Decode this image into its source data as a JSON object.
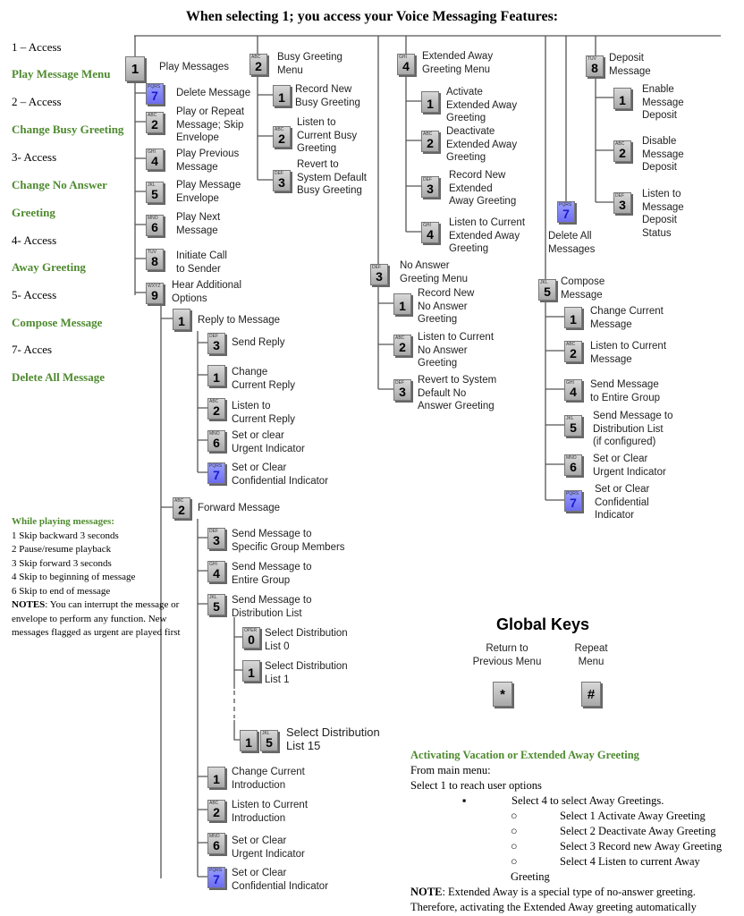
{
  "title": "When selecting 1; you access your Voice Messaging Features:",
  "left_menu": [
    {
      "text": "1 – Access",
      "style": "plain"
    },
    {
      "text": "Play Message Menu",
      "style": "green"
    },
    {
      "text": "2 – Access",
      "style": "plain"
    },
    {
      "text": "Change Busy Greeting",
      "style": "green"
    },
    {
      "text": "3- Access",
      "style": "plain"
    },
    {
      "text": "Change No Answer",
      "style": "green"
    },
    {
      "text": "Greeting",
      "style": "green"
    },
    {
      "text": "4- Access",
      "style": "plain"
    },
    {
      "text": "Away Greeting",
      "style": "green"
    },
    {
      "text": "5- Access",
      "style": "plain"
    },
    {
      "text": "Compose Message",
      "style": "green"
    },
    {
      "text": "7- Acces",
      "style": "plain"
    },
    {
      "text": "Delete All Message",
      "style": "green"
    }
  ],
  "nodes": [
    {
      "key": "1",
      "sub": "",
      "label": "Play Messages"
    },
    {
      "key": "7",
      "sub": "PQRS",
      "label": "Delete Message",
      "blue": true
    },
    {
      "key": "2",
      "sub": "ABC",
      "label": "Play or Repeat\nMessage; Skip\nEnvelope"
    },
    {
      "key": "4",
      "sub": "GHI",
      "label": "Play Previous\nMessage"
    },
    {
      "key": "5",
      "sub": "JKL",
      "label": "Play Message\nEnvelope"
    },
    {
      "key": "6",
      "sub": "MNO",
      "label": "Play Next\nMessage"
    },
    {
      "key": "8",
      "sub": "TUV",
      "label": "Initiate Call\nto Sender"
    },
    {
      "key": "9",
      "sub": "WXYZ",
      "label": "Hear Additional\nOptions"
    },
    {
      "key": "1",
      "sub": "",
      "label": "Reply to Message"
    },
    {
      "key": "3",
      "sub": "DEF",
      "label": "Send Reply"
    },
    {
      "key": "1",
      "sub": "",
      "label": "Change\nCurrent Reply"
    },
    {
      "key": "2",
      "sub": "ABC",
      "label": "Listen to\nCurrent Reply"
    },
    {
      "key": "6",
      "sub": "MNO",
      "label": "Set or clear\nUrgent Indicator"
    },
    {
      "key": "7",
      "sub": "PQRS",
      "label": "Set or Clear\nConfidential Indicator",
      "blue": true
    },
    {
      "key": "2",
      "sub": "ABC",
      "label": "Forward Message"
    },
    {
      "key": "3",
      "sub": "DEF",
      "label": "Send Message to\nSpecific Group Members"
    },
    {
      "key": "4",
      "sub": "GHI",
      "label": "Send Message to\nEntire Group"
    },
    {
      "key": "5",
      "sub": "JKL",
      "label": "Send Message to\nDistribution List"
    },
    {
      "key": "0",
      "sub": "OPER",
      "label": "Select Distribution\nList 0"
    },
    {
      "key": "1",
      "sub": "",
      "label": "Select Distribution\nList 1"
    },
    {
      "key": "1",
      "sub": "",
      "label": ""
    },
    {
      "key": "5",
      "sub": "JKL",
      "label": "Select Distribution\nList 15"
    },
    {
      "key": "1",
      "sub": "",
      "label": "Change Current\nIntroduction"
    },
    {
      "key": "2",
      "sub": "ABC",
      "label": "Listen to Current\nIntroduction"
    },
    {
      "key": "6",
      "sub": "MNO",
      "label": "Set or Clear\nUrgent Indicator"
    },
    {
      "key": "7",
      "sub": "PQRS",
      "label": "Set or Clear\nConfidential Indicator",
      "blue": true
    },
    {
      "key": "2",
      "sub": "ABC",
      "label": "Busy Greeting\nMenu"
    },
    {
      "key": "1",
      "sub": "",
      "label": "Record New\nBusy Greeting"
    },
    {
      "key": "2",
      "sub": "ABC",
      "label": "Listen to\nCurrent Busy\nGreeting"
    },
    {
      "key": "3",
      "sub": "DEF",
      "label": "Revert to\nSystem Default\nBusy Greeting"
    },
    {
      "key": "3",
      "sub": "DEF",
      "label": "No Answer\nGreeting Menu"
    },
    {
      "key": "1",
      "sub": "",
      "label": "Record New\nNo Answer\nGreeting"
    },
    {
      "key": "2",
      "sub": "ABC",
      "label": "Listen to Current\nNo Answer\nGreeting"
    },
    {
      "key": "3",
      "sub": "DEF",
      "label": "Revert to System\nDefault No\nAnswer Greeting"
    },
    {
      "key": "4",
      "sub": "GHI",
      "label": "Extended Away\nGreeting Menu"
    },
    {
      "key": "1",
      "sub": "",
      "label": "Activate\nExtended Away\nGreeting"
    },
    {
      "key": "2",
      "sub": "ABC",
      "label": "Deactivate\nExtended Away\nGreeting"
    },
    {
      "key": "3",
      "sub": "DEF",
      "label": "Record New\nExtended\nAway Greeting"
    },
    {
      "key": "4",
      "sub": "GHI",
      "label": "Listen to Current\nExtended Away\nGreeting"
    },
    {
      "key": "7",
      "sub": "PQRS",
      "label": "Delete All\nMessages",
      "blue": true
    },
    {
      "key": "5",
      "sub": "JKL",
      "label": "Compose\nMessage"
    },
    {
      "key": "1",
      "sub": "",
      "label": "Change Current\nMessage"
    },
    {
      "key": "2",
      "sub": "ABC",
      "label": "Listen to Current\nMessage"
    },
    {
      "key": "4",
      "sub": "GHI",
      "label": "Send Message\nto Entire Group"
    },
    {
      "key": "5",
      "sub": "JKL",
      "label": "Send Message to\nDistribution List\n(if configured)"
    },
    {
      "key": "6",
      "sub": "MNO",
      "label": "Set or Clear\nUrgent Indicator"
    },
    {
      "key": "7",
      "sub": "PQRS",
      "label": "Set or Clear\nConfidential\nIndicator",
      "blue": true
    },
    {
      "key": "8",
      "sub": "TUV",
      "label": "Deposit\nMessage"
    },
    {
      "key": "1",
      "sub": "",
      "label": "Enable\nMessage\nDeposit"
    },
    {
      "key": "2",
      "sub": "ABC",
      "label": "Disable\nMessage\nDeposit"
    },
    {
      "key": "3",
      "sub": "DEF",
      "label": "Listen to\nMessage\nDeposit\nStatus"
    }
  ],
  "playing_notes": {
    "heading": "While playing messages:",
    "lines": [
      "1 Skip backward 3 seconds",
      "2 Pause/resume playback",
      "3 Skip forward 3 seconds",
      "4 Skip to beginning of message",
      "6 Skip to end of message"
    ],
    "notes_label": "NOTES",
    "notes_text": ": You can interrupt the message or envelope to perform any function.  New messages flagged as urgent are played first"
  },
  "global_keys": {
    "title": "Global Keys",
    "return_label": "Return to\nPrevious Menu",
    "return_key": "*",
    "repeat_label": "Repeat\nMenu",
    "repeat_key": "#"
  },
  "vacation": {
    "heading": "Activating Vacation or Extended Away Greeting",
    "line1": "From main menu:",
    "line2": "Select 1 to reach user options",
    "bullet": "Select 4 to select Away Greetings.",
    "subs": [
      "Select 1 Activate Away Greeting",
      "Select 2 Deactivate Away Greeting",
      "Select 3 Record new Away Greeting",
      "Select 4 Listen to current Away Greeting"
    ],
    "note_label": "NOTE",
    "note_text": ": Extended Away is a special type of no-answer greeting. Therefore, activating the Extended Away greeting automatically"
  }
}
